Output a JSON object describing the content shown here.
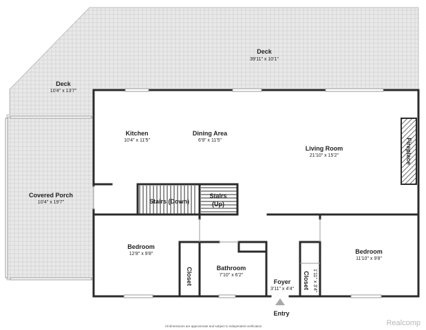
{
  "colors": {
    "wall": "#2b2b2b",
    "deck_fill": "#e9e9e9",
    "deck_pattern": "#d2d2d2",
    "floor": "#ffffff",
    "window": "#bfbfbf",
    "entry_marker": "#a9a9a9",
    "watermark": "#b8b8b8"
  },
  "rooms": {
    "deck_top": {
      "name": "Deck",
      "dims": "39'11\" x 10'1\""
    },
    "deck_left": {
      "name": "Deck",
      "dims": "10'4\" x 13'7\""
    },
    "covered_porch": {
      "name": "Covered Porch",
      "dims": "10'4\" x 19'7\""
    },
    "kitchen": {
      "name": "Kitchen",
      "dims": "10'4\" x 11'5\""
    },
    "dining": {
      "name": "Dining Area",
      "dims": "6'9\" x 11'5\""
    },
    "living": {
      "name": "Living Room",
      "dims": "21'10\" x 15'2\""
    },
    "fireplace": {
      "name": "Fireplace"
    },
    "stairs_down": {
      "name": "Stairs (Down)"
    },
    "stairs_up": {
      "line1": "Stairs",
      "line2": "(Up)"
    },
    "bedroom_left": {
      "name": "Bedroom",
      "dims": "12'8\" x 9'8\""
    },
    "closet_left": {
      "name": "Closet"
    },
    "bathroom": {
      "name": "Bathroom",
      "dims": "7'10\" x 6'2\""
    },
    "foyer": {
      "name": "Foyer",
      "dims": "3'11\" x 4'4\""
    },
    "closet_right": {
      "name": "Closet",
      "dims": "1'11\" x 3'4\""
    },
    "bedroom_right": {
      "name": "Bedroom",
      "dims": "11'10\" x 9'8\""
    }
  },
  "entry_label": "Entry",
  "disclaimer": "All dimensions are approximate and subject to independent verification",
  "watermark": "Realcomp"
}
